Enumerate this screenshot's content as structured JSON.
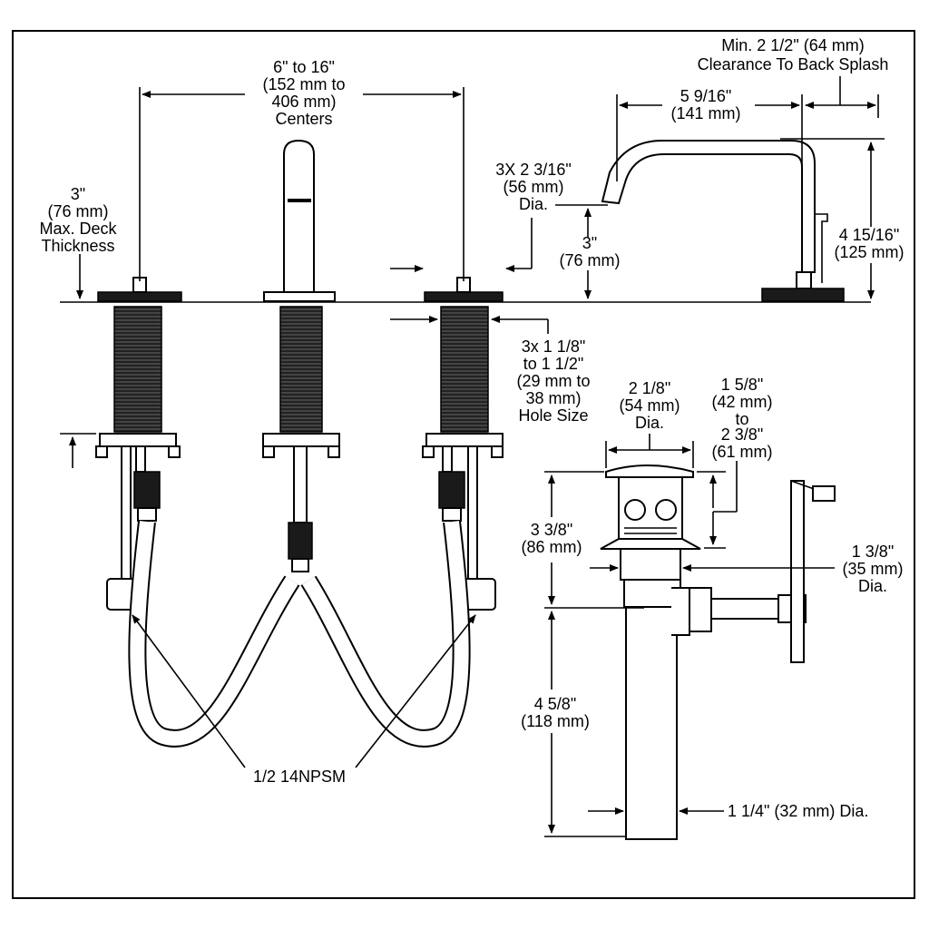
{
  "labels": {
    "centers": [
      "6\" to 16\"",
      "(152 mm to",
      "406 mm)",
      "Centers"
    ],
    "deck": [
      "3\"",
      "(76 mm)",
      "Max. Deck",
      "Thickness"
    ],
    "clearance": [
      "Min. 2 1/2\" (64 mm)",
      "Clearance To Back Splash"
    ],
    "reach": [
      "5 9/16\"",
      "(141 mm)"
    ],
    "base_dia": [
      "3X 2 3/16\"",
      "(56 mm)",
      "Dia."
    ],
    "spout_height": [
      "3\"",
      "(76 mm)"
    ],
    "total_height": [
      "4 15/16\"",
      "(125 mm)"
    ],
    "hole_size": [
      "3x 1 1/8\"",
      "to 1 1/2\"",
      "(29 mm to",
      "38 mm)",
      "Hole Size"
    ],
    "drain_top_dia": [
      "2 1/8\"",
      "(54 mm)",
      "Dia."
    ],
    "drain_range": [
      "1 5/8\"",
      "(42 mm)",
      "to",
      "2 3/8\"",
      "(61 mm)"
    ],
    "drain_body": [
      "3 3/8\"",
      "(86 mm)"
    ],
    "drain_dia": [
      "1 3/8\"",
      "(35 mm)",
      "Dia."
    ],
    "tailpiece": [
      "4 5/8\"",
      "(118 mm)"
    ],
    "tail_dia": "1 1/4\" (32 mm) Dia.",
    "connection": "1/2 14NPSM"
  }
}
